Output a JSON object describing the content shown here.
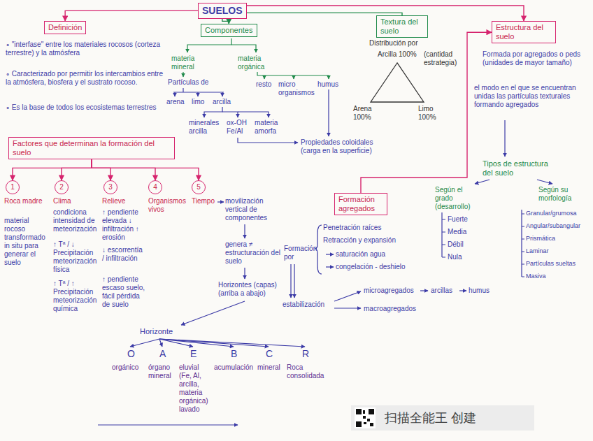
{
  "diagram": {
    "nodes": [
      {
        "text": [
          "SUELOS"
        ]
      },
      {
        "text": [
          "Definición"
        ]
      },
      {
        "text": [
          "Componentes"
        ]
      },
      {
        "text": [
          "Textura del suelo"
        ]
      },
      {
        "text": [
          "Estructura del suelo"
        ]
      },
      {
        "text": [
          "Factores que determinan la formación del suelo"
        ]
      },
      {
        "text": [
          "1"
        ]
      },
      {
        "text": [
          "2"
        ]
      },
      {
        "text": [
          "3"
        ]
      },
      {
        "text": [
          "4"
        ]
      },
      {
        "text": [
          "5"
        ]
      },
      {
        "text": [
          "Formación agregados"
        ]
      }
    ],
    "edges": [
      {
        "from": 0,
        "to": 1,
        "arrow": "to"
      },
      {
        "from": 0,
        "to": 2,
        "arrow": "to"
      },
      {
        "from": 0,
        "to": 3,
        "arrow": "none"
      },
      {
        "from": 0,
        "to": 4,
        "arrow": "to"
      },
      {
        "from": 5,
        "to": 6,
        "arrow": "to"
      },
      {
        "from": 5,
        "to": 7,
        "arrow": "to"
      },
      {
        "from": 5,
        "to": 8,
        "arrow": "to"
      },
      {
        "from": 5,
        "to": 9,
        "arrow": "to"
      },
      {
        "from": 5,
        "to": 10,
        "arrow": "to"
      },
      {
        "from": 11,
        "to": 4,
        "arrow": "to"
      }
    ],
    "labels": [
      "∘ \"interfase\" entre los materiales rocosos (corteza terrestre) y la atmósfera",
      "∘ Caracterizado por permitir los intercambios entre la atmósfera, biosfera y el sustrato rocoso.",
      "∘ Es la base de todos los ecosistemas terrestres",
      "materia mineral",
      "materia orgánica",
      "Partículas de",
      "arena",
      "limo",
      "arcilla",
      "minerales arcilla",
      "ox-OH Fe/Al",
      "materia amorfa",
      "resto",
      "micro organismos",
      "humus",
      "Propiedades coloidales (carga en la superficie)",
      "Distribución por",
      "Arcilla 100%",
      "(cantidad estrategia)",
      "Arena 100%",
      "Limo 100%",
      "Formada por agregados o peds (unidades de mayor tamaño)",
      "el modo en el que se encuentran unidas las partículas texturales formando agregados",
      "Tipos de estructura del suelo",
      "Según el grado (desarrollo)",
      "Fuerte",
      "Media",
      "Débil",
      "Nula",
      "Según su morfología",
      "Granular/grumosa",
      "Angular/subangular",
      "Prismática",
      "Laminar",
      "Partículas sueltas",
      "Masiva",
      "Formación por",
      "Penetración raíces",
      "Retracción y expansión",
      "saturación agua",
      "congelación - deshielo",
      "estabilización",
      "microagregados",
      "arcillas",
      "humus",
      "macroagregados",
      "Roca madre",
      "material rocoso transformado in situ para generar el suelo",
      "Clima",
      "condiciona intensidad de meteorización",
      "↑ Tª / ↓ Precipitación meteorización física",
      "↑ Tª / ↑ Precipitación meteorización química",
      "Relieve",
      "↑ pendiente elevada ↓ infiltración ↑ erosión",
      "↓ escorrentía / infiltración",
      "↑ pendiente escaso suelo, fácil pérdida de suelo",
      "Organismos vivos",
      "Tiempo",
      "movilización vertical de componentes",
      "genera ≠ estructuración del suelo",
      "Horizontes (capas) (arriba a abajo)",
      "Horizonte",
      "O",
      "A",
      "E",
      "B",
      "C",
      "R",
      "orgánico",
      "órgano mineral",
      "eluvial (Fe, Al, arcilla, materia orgánica) lavado",
      "acumulación",
      "mineral",
      "Roca consolidada",
      "扫描全能王 创建"
    ]
  }
}
